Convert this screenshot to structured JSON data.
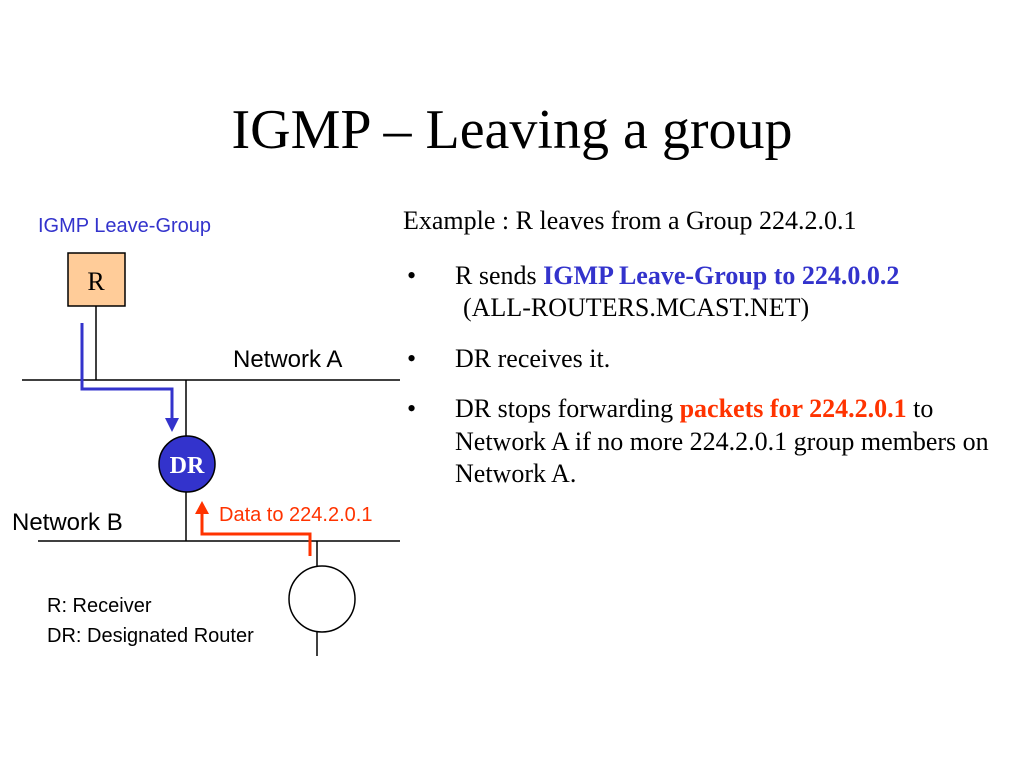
{
  "title": "IGMP – Leaving a group",
  "diagram": {
    "leave_label": "IGMP Leave-Group",
    "receiver_label": "R",
    "network_a_label": "Network A",
    "dr_label": "DR",
    "network_b_label": "Network B",
    "data_label": "Data to 224.2.0.1",
    "legend": {
      "receiver": "R: Receiver",
      "dr": "DR: Designated Router"
    }
  },
  "text": {
    "example": "Example : R leaves from a Group 224.2.0.1",
    "bullet_symbol": "•",
    "bullet1": {
      "prefix": "R sends ",
      "highlight": "IGMP Leave-Group to 224.0.0.2",
      "suffix": "(ALL-ROUTERS.MCAST.NET)"
    },
    "bullet2": {
      "text": "DR receives it."
    },
    "bullet3": {
      "prefix": "DR stops forwarding ",
      "highlight": "packets for 224.2.0.1",
      "suffix": " to Network A if no more 224.2.0.1 group members on Network A."
    }
  },
  "colors": {
    "leave_arrow": "#3333cc",
    "data_arrow": "#ff3300",
    "receiver_fill": "#ffcc99",
    "dr_fill": "#3333cc"
  }
}
